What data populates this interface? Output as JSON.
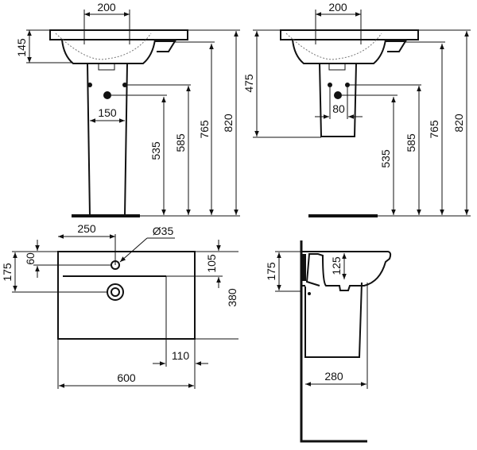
{
  "front_pedestal_view": {
    "tap_spacing": "200",
    "basin_depth": "145",
    "pipe_spacing": "150",
    "drain_height": "535",
    "supply_height": "585",
    "bowl_underside_height": "765",
    "rim_height": "820"
  },
  "front_semipedestal_view": {
    "tap_spacing": "200",
    "semipedestal_height": "475",
    "pipe_spacing": "80",
    "drain_height": "535",
    "supply_height": "585",
    "bowl_underside_height": "765",
    "rim_height": "820"
  },
  "plan_view": {
    "tap_hole_offset": "250",
    "tap_hole_diameter": "Ø35",
    "tap_hole_depth": "60",
    "drain_depth": "175",
    "bowl_edge_depth": "105",
    "total_depth": "380",
    "shelf_width": "110",
    "total_width": "600"
  },
  "side_section_view": {
    "drain_depth": "175",
    "bowl_depth": "125",
    "pedestal_projection": "280"
  }
}
